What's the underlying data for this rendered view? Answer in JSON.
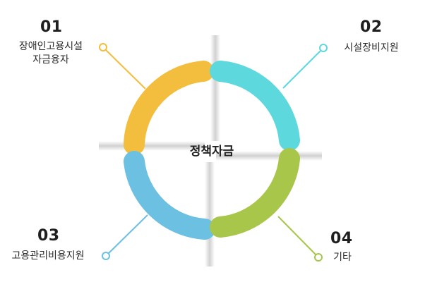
{
  "center_label": "정책자금",
  "items": [
    {
      "number": "01",
      "label_lines": [
        "장애인고용시설",
        "자금융자"
      ],
      "color": "#F3BD3D"
    },
    {
      "number": "02",
      "label_lines": [
        "시설장비지원"
      ],
      "color": "#5DD9DE"
    },
    {
      "number": "03",
      "label_lines": [
        "고용관리비용지원"
      ],
      "color": "#6CC0E2"
    },
    {
      "number": "04",
      "label_lines": [
        "기타"
      ],
      "color": "#A8C64A"
    }
  ]
}
